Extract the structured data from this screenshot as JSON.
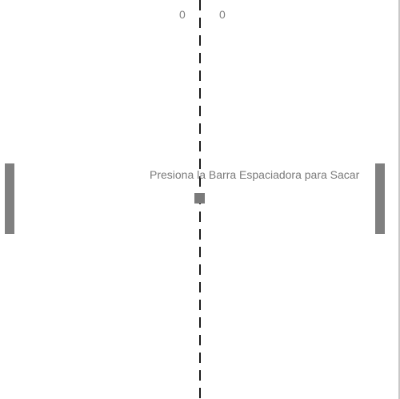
{
  "scoreboard": {
    "left_score": "0",
    "right_score": "0"
  },
  "message": {
    "serve_prompt": "Presiona la Barra Espaciadora para Sacar"
  },
  "colors": {
    "background": "#ffffff",
    "net": "#1a1a1a",
    "paddles": "#808080",
    "ball": "#7a7a7a",
    "text": "#808080"
  }
}
